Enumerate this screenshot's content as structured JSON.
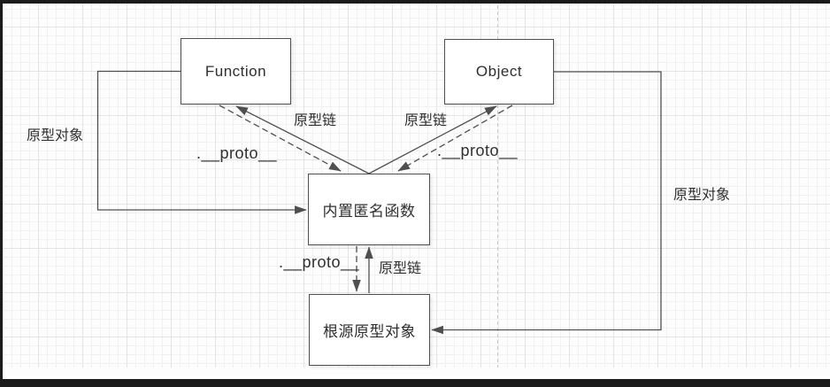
{
  "diagram": {
    "title": "JavaScript prototype chain diagram",
    "nodes": [
      {
        "id": "function",
        "label": "Function"
      },
      {
        "id": "object",
        "label": "Object"
      },
      {
        "id": "anonymous",
        "label": "内置匿名函数"
      },
      {
        "id": "root-prototype",
        "label": "根源原型对象"
      }
    ],
    "edge_labels": {
      "prototype_object_left": "原型对象",
      "prototype_object_right": "原型对象",
      "prototype_chain_left": "原型链",
      "prototype_chain_right": "原型链",
      "prototype_chain_middle": "原型链",
      "proto_left": ".__proto__",
      "proto_right": ".__proto__",
      "proto_middle": ".__proto__"
    },
    "colors": {
      "wire": "#4f4f4f",
      "node_border": "#4f4f4f",
      "node_fill": "#ffffff",
      "text": "#2f2f2f",
      "page_divider": "#c9c9c9",
      "frame": "#1b1b1b",
      "grid_minor": "#f1f1f1",
      "grid_major": "#e4e4e4"
    }
  }
}
